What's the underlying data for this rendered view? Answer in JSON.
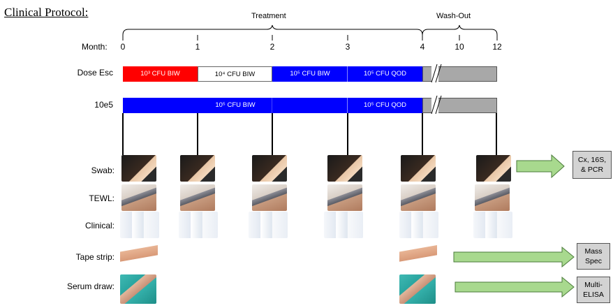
{
  "title": "Clinical Protocol:",
  "headers": {
    "treatment": "Treatment",
    "washout": "Wash-Out"
  },
  "month_label": "Month:",
  "months": [
    "0",
    "1",
    "2",
    "3",
    "4",
    "10",
    "12"
  ],
  "rows": [
    {
      "label": "Dose Esc",
      "segments": [
        {
          "text": "10³ CFU BIW",
          "color": "red"
        },
        {
          "text": "10⁴ CFU BIW",
          "color": "white"
        },
        {
          "text": "10⁵ CFU BIW",
          "color": "blue"
        },
        {
          "text": "10⁵ CFU QOD",
          "color": "blue"
        },
        {
          "text": "",
          "color": "gray"
        }
      ]
    },
    {
      "label": "10e5",
      "segments": [
        {
          "text": "10⁵ CFU BIW",
          "color": "blue"
        },
        {
          "text": "10⁵ CFU QOD",
          "color": "blue"
        },
        {
          "text": "",
          "color": "gray"
        }
      ]
    }
  ],
  "procedures": [
    {
      "label": "Swab:",
      "image": "swab-photo",
      "timepoints": [
        "0",
        "1",
        "2",
        "3",
        "4",
        "12"
      ]
    },
    {
      "label": "TEWL:",
      "image": "tewl-photo",
      "timepoints": [
        "0",
        "1",
        "2",
        "3",
        "4",
        "12"
      ]
    },
    {
      "label": "Clinical:",
      "image": "clinical-photo",
      "timepoints": [
        "0",
        "1",
        "2",
        "3",
        "4",
        "12"
      ]
    },
    {
      "label": "Tape strip:",
      "image": "tape-strip-photo",
      "timepoints": [
        "0",
        "4"
      ]
    },
    {
      "label": "Serum draw:",
      "image": "serum-draw-photo",
      "timepoints": [
        "0",
        "4"
      ]
    }
  ],
  "outputs": [
    {
      "line1": "Cx, 16S,",
      "line2": "& PCR"
    },
    {
      "line1": "Mass",
      "line2": "Spec"
    },
    {
      "line1": "Multi-",
      "line2": "ELISA"
    }
  ],
  "colors": {
    "red": "#ff0000",
    "blue": "#0000ff",
    "gray": "#a8a8a8",
    "arrow": "#a8d98e",
    "arrow_stroke": "#4a7a3a"
  }
}
